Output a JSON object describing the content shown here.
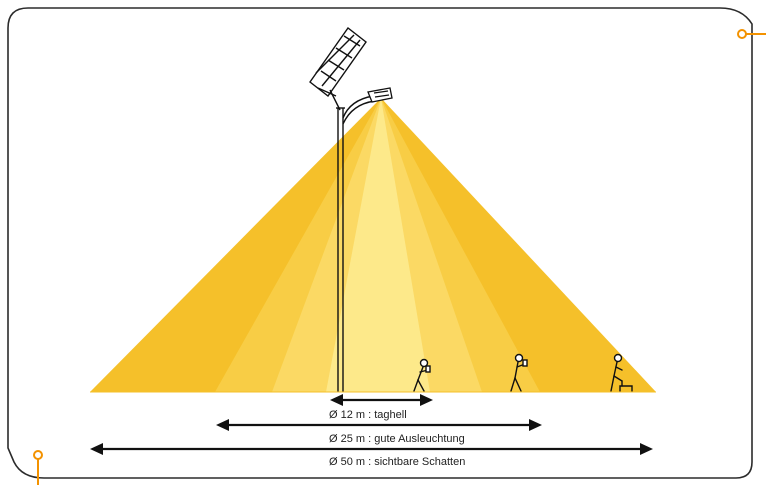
{
  "colors": {
    "frame": "#2b2b2b",
    "accent": "#f39200",
    "cone_outer": "#f5c02a",
    "cone_mid": "#f8cd45",
    "cone_inner": "#fbd964",
    "cone_core": "#fde98a",
    "line": "#111111"
  },
  "icons": {
    "top_right": "connector-dot-icon",
    "bottom_left": "connector-dot-icon"
  },
  "zones": [
    {
      "label": "Ø 12 m : taghell"
    },
    {
      "label": "Ø 25 m : gute Ausleuchtung"
    },
    {
      "label": "Ø 50 m : sichtbare Schatten"
    }
  ]
}
